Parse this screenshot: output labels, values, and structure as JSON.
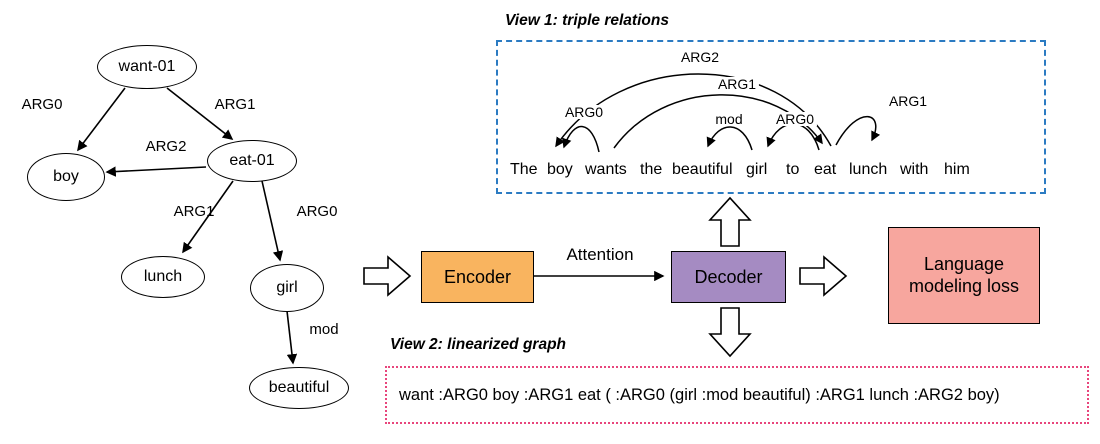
{
  "graph": {
    "nodes": {
      "want": "want-01",
      "boy": "boy",
      "eat": "eat-01",
      "lunch": "lunch",
      "girl": "girl",
      "beautiful": "beautiful"
    },
    "edge_labels": {
      "want_boy": "ARG0",
      "want_eat": "ARG1",
      "eat_boy": "ARG2",
      "eat_lunch": "ARG1",
      "eat_girl": "ARG0",
      "girl_beautiful": "mod"
    }
  },
  "pipeline": {
    "encoder_label": "Encoder",
    "attention_label": "Attention",
    "decoder_label": "Decoder",
    "loss_label": "Language modeling loss"
  },
  "view1": {
    "title": "View 1: triple relations",
    "words": [
      "The",
      "boy",
      "wants",
      "the",
      "beautiful",
      "girl",
      "to",
      "eat",
      "lunch",
      "with",
      "him"
    ],
    "arc_labels": {
      "arg2_top": "ARG2",
      "arg1_big": "ARG1",
      "arg0_left": "ARG0",
      "mod": "mod",
      "arg0_right": "ARG0",
      "arg1_right": "ARG1"
    }
  },
  "view2": {
    "title": "View 2: linearized graph",
    "text": "want :ARG0 boy :ARG1 eat ( :ARG0 (girl :mod beautiful) :ARG1 lunch :ARG2 boy)"
  },
  "colors": {
    "encoder_fill": "#f9b45f",
    "decoder_fill": "#a58bc2",
    "loss_fill": "#f7a69e",
    "view1_border": "#2b7bc2",
    "view2_border": "#e8467c"
  }
}
